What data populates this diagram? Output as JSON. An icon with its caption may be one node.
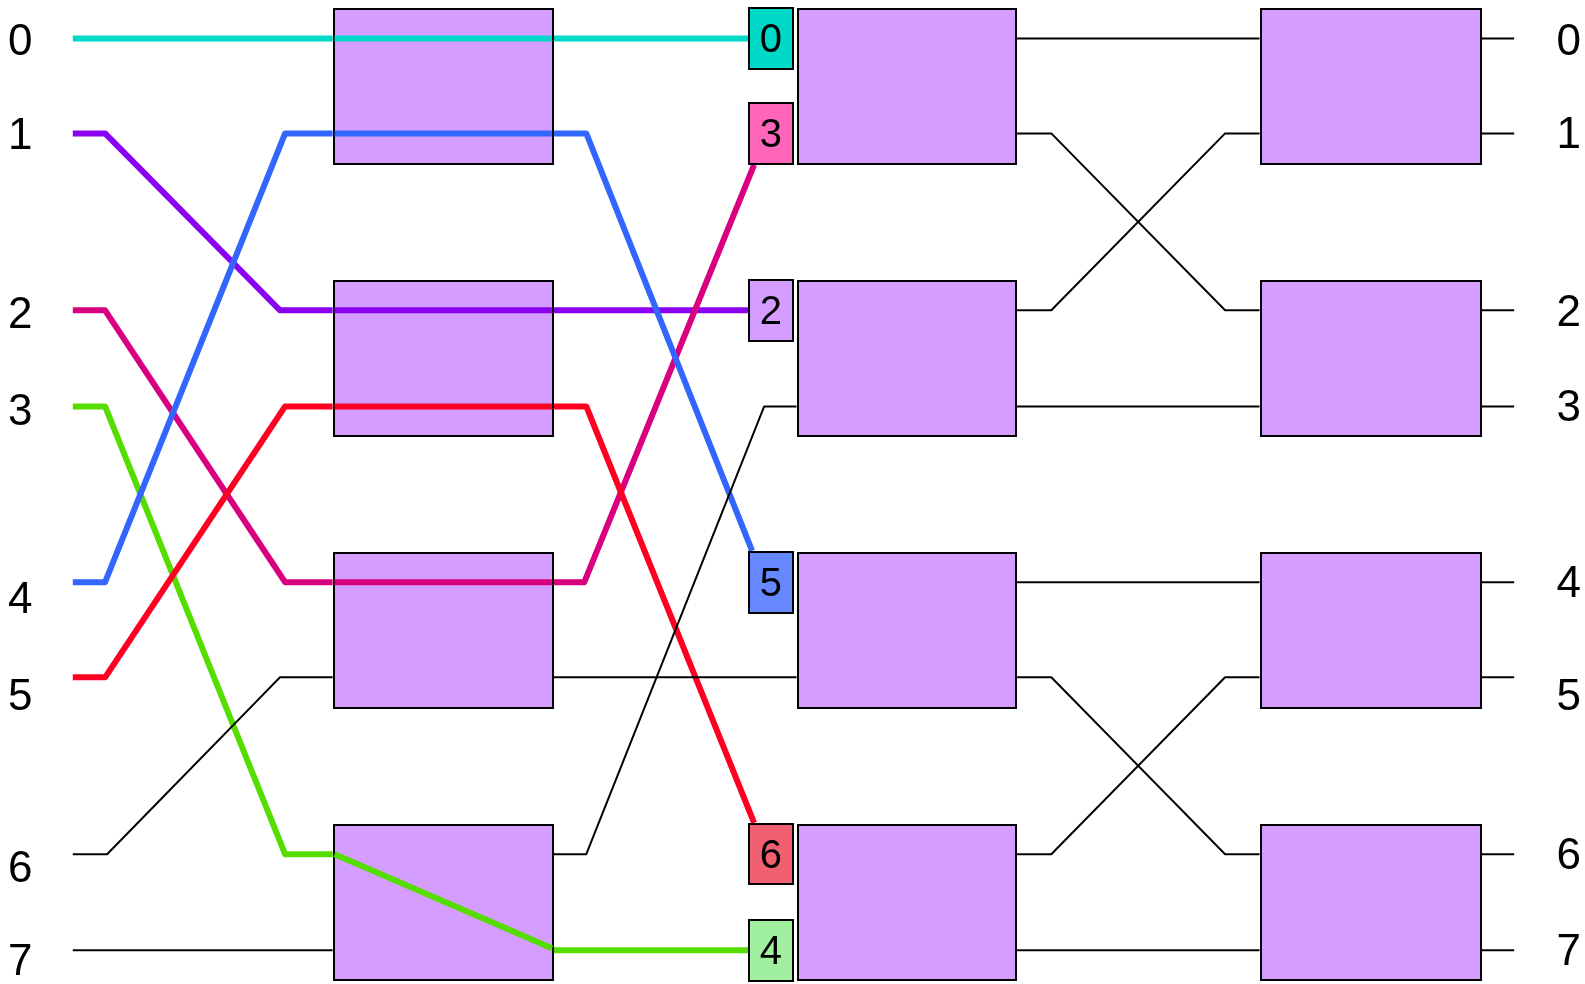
{
  "diagram": {
    "nodes": [
      {
        "text": [
          "0"
        ]
      },
      {
        "text": [
          "1"
        ]
      },
      {
        "text": [
          "2"
        ]
      },
      {
        "text": [
          "3"
        ]
      },
      {
        "text": [
          "4"
        ]
      },
      {
        "text": [
          "5"
        ]
      },
      {
        "text": [
          "6"
        ]
      },
      {
        "text": [
          "7"
        ]
      },
      {
        "text": [],
        "shape": "box"
      },
      {
        "text": [],
        "shape": "box"
      },
      {
        "text": [],
        "shape": "box"
      },
      {
        "text": [],
        "shape": "box"
      },
      {
        "text": [],
        "shape": "box"
      },
      {
        "text": [],
        "shape": "box"
      },
      {
        "text": [],
        "shape": "box"
      },
      {
        "text": [],
        "shape": "box"
      },
      {
        "text": [
          "0"
        ]
      },
      {
        "text": [
          "3"
        ]
      },
      {
        "text": [
          "2"
        ]
      },
      {
        "text": [
          "5"
        ]
      },
      {
        "text": [
          "6"
        ]
      },
      {
        "text": [
          "4"
        ]
      },
      {
        "text": [],
        "shape": "box"
      },
      {
        "text": [],
        "shape": "box"
      },
      {
        "text": [],
        "shape": "box"
      },
      {
        "text": [],
        "shape": "box"
      },
      {
        "text": [
          "0"
        ]
      },
      {
        "text": [
          "1"
        ]
      },
      {
        "text": [
          "2"
        ]
      },
      {
        "text": [
          "3"
        ]
      },
      {
        "text": [
          "4"
        ]
      },
      {
        "text": [
          "5"
        ]
      },
      {
        "text": [
          "6"
        ]
      },
      {
        "text": [
          "7"
        ]
      }
    ],
    "edges": [
      {
        "from": 0,
        "to": 8,
        "arrow": "none",
        "style": "thick",
        "color": "#00d8c8"
      },
      {
        "from": 8,
        "to": 16,
        "arrow": "none",
        "style": "thick",
        "color": "#00d8c8"
      },
      {
        "from": 1,
        "to": 9,
        "arrow": "none",
        "style": "thick",
        "color": "#8a00f0"
      },
      {
        "from": 9,
        "to": 18,
        "arrow": "none",
        "style": "thick",
        "color": "#8a00f0"
      },
      {
        "from": 2,
        "to": 10,
        "arrow": "none",
        "style": "thick",
        "color": "#d8007f"
      },
      {
        "from": 10,
        "to": 17,
        "arrow": "none",
        "style": "thick",
        "color": "#d8007f"
      },
      {
        "from": 3,
        "to": 11,
        "arrow": "none",
        "style": "thick",
        "color": "#55dd00"
      },
      {
        "from": 11,
        "to": 21,
        "arrow": "none",
        "style": "thick",
        "color": "#55dd00"
      },
      {
        "from": 4,
        "to": 8,
        "arrow": "none",
        "style": "thick",
        "color": "#3366ff"
      },
      {
        "from": 8,
        "to": 19,
        "arrow": "none",
        "style": "thick",
        "color": "#3366ff"
      },
      {
        "from": 5,
        "to": 9,
        "arrow": "none",
        "style": "thick",
        "color": "#ff0022"
      },
      {
        "from": 9,
        "to": 20,
        "arrow": "none",
        "style": "thick",
        "color": "#ff0022"
      },
      {
        "from": 6,
        "to": 10,
        "arrow": "none"
      },
      {
        "from": 7,
        "to": 11,
        "arrow": "none"
      },
      {
        "from": 10,
        "to": 14,
        "arrow": "none"
      },
      {
        "from": 11,
        "to": 13,
        "arrow": "none"
      },
      {
        "from": 12,
        "to": 22,
        "arrow": "none"
      },
      {
        "from": 12,
        "to": 23,
        "arrow": "none"
      },
      {
        "from": 13,
        "to": 22,
        "arrow": "none"
      },
      {
        "from": 13,
        "to": 23,
        "arrow": "none"
      },
      {
        "from": 14,
        "to": 24,
        "arrow": "none"
      },
      {
        "from": 14,
        "to": 25,
        "arrow": "none"
      },
      {
        "from": 15,
        "to": 24,
        "arrow": "none"
      },
      {
        "from": 15,
        "to": 25,
        "arrow": "none"
      },
      {
        "from": 22,
        "to": 26,
        "arrow": "none"
      },
      {
        "from": 22,
        "to": 27,
        "arrow": "none"
      },
      {
        "from": 23,
        "to": 28,
        "arrow": "none"
      },
      {
        "from": 23,
        "to": 29,
        "arrow": "none"
      },
      {
        "from": 24,
        "to": 30,
        "arrow": "none"
      },
      {
        "from": 24,
        "to": 31,
        "arrow": "none"
      },
      {
        "from": 25,
        "to": 32,
        "arrow": "none"
      },
      {
        "from": 25,
        "to": 33,
        "arrow": "none"
      }
    ]
  }
}
